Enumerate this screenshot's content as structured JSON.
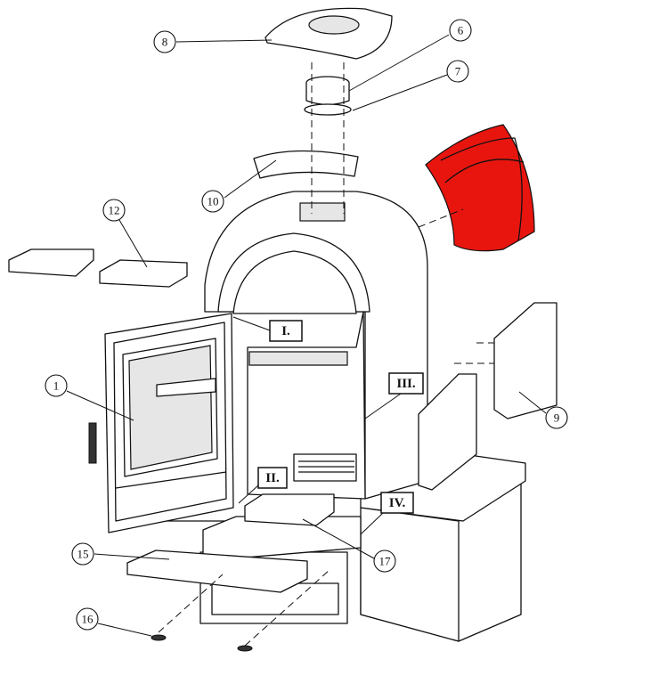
{
  "diagram": {
    "part_labels": [
      "1",
      "6",
      "7",
      "8",
      "9",
      "10",
      "12",
      "15",
      "16",
      "17"
    ],
    "section_labels": [
      "I.",
      "II.",
      "III.",
      "IV."
    ],
    "highlight_color": "#e8150f"
  }
}
